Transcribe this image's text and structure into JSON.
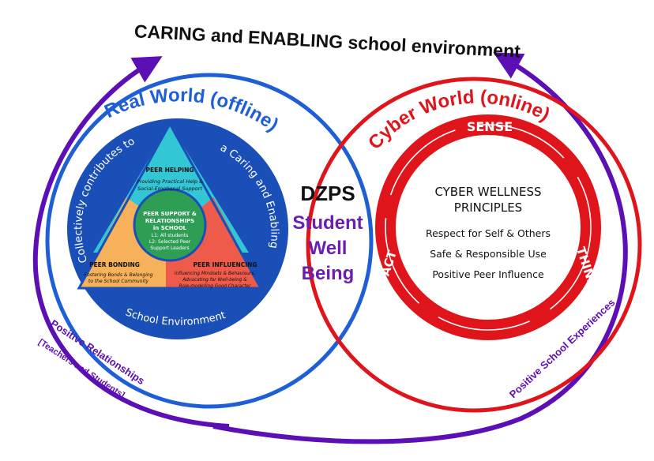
{
  "top_title": "CARING and ENABLING school environment",
  "real_world": {
    "title": "Real World (offline)",
    "left_arc": "Collectively contributes to",
    "right_arc": "a Caring and Enabling",
    "bottom": "School Environment",
    "peer_helping": {
      "title": "PEER HELPING",
      "line1": "Providing Practical Help &",
      "line2": "Social-Emotional Support"
    },
    "center": {
      "line1": "PEER SUPPORT &",
      "line2": "RELATIONSHIPS",
      "line3": "in SCHOOL",
      "line4": "L1: All students",
      "line5": "L2: Selected Peer",
      "line6": "Support Leaders"
    },
    "peer_bonding": {
      "title": "PEER BONDING",
      "line1": "Fostering Bonds & Belonging",
      "line2": "to the School Community"
    },
    "peer_influencing": {
      "title": "PEER INFLUENCING",
      "line1": "Influencing Mindsets & Behaviours,",
      "line2": "Advocating for Well-being &",
      "line3": "Role-modelling Good Character"
    }
  },
  "middle": {
    "line1": "DZPS",
    "line2": "Student",
    "line3": "Well",
    "line4": "Being"
  },
  "cyber_world": {
    "title": "Cyber World (online)",
    "sense": "SENSE",
    "think": "THINK",
    "act": "ACT",
    "heading1": "CYBER WELLNESS",
    "heading2": "PRINCIPLES",
    "principles": [
      "Respect for Self & Others",
      "Safe & Responsible Use",
      "Positive Peer Influence"
    ]
  },
  "left_outer": {
    "line1": "Positive Relationships",
    "line2": "[Teachers and Students]"
  },
  "right_outer": "Positive School Experiences",
  "colors": {
    "purple": "#5b0fb5",
    "blue": "#1f5fd6",
    "red": "#e0151b",
    "dark_blue": "#1b4fb8",
    "cyan": "#33c7d6",
    "orange": "#f7b15a",
    "salmon": "#ee5b4b",
    "green": "#2f9e55",
    "black": "#111111"
  }
}
